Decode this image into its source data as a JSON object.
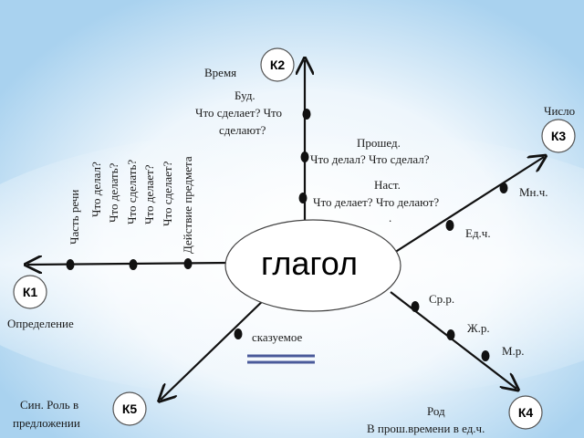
{
  "center": "глагол",
  "nodes": {
    "k1": "К1",
    "k2": "К2",
    "k3": "К3",
    "k4": "К4",
    "k5": "К5"
  },
  "labels": {
    "time": "Время",
    "future_1": "Буд.",
    "future_2": "Что сделает? Что",
    "future_3": "сделают?",
    "past_1": "Прошед.",
    "past_2": "Что делал? Что сделал?",
    "present_1": "Наст.",
    "present_2": "Что делает? Что делают?",
    "present_dot": ".",
    "number": "Число",
    "plural": "Мн.ч.",
    "singular": "Ед.ч.",
    "neuter": "Ср.р.",
    "feminine": "Ж.р.",
    "masculine": "М.р.",
    "gender_1": "Род",
    "gender_2": "В прош.времени в ед.ч.",
    "definition": "Определение",
    "predicate": "сказуемое",
    "syntax_1": "Син. Роль в",
    "syntax_2": "предложении"
  },
  "vertical_labels": {
    "v1": "Часть речи",
    "v2": "Что делал?",
    "v3": "Что делать?",
    "v4": "Что сделать?",
    "v5": "Что делает?",
    "v6": "Что сделает?",
    "v7": "Действие предмета"
  },
  "colors": {
    "line": "#111111",
    "k_line": "#c0392b",
    "underline": "#4a5a9a",
    "background": "#cfe6f7"
  }
}
